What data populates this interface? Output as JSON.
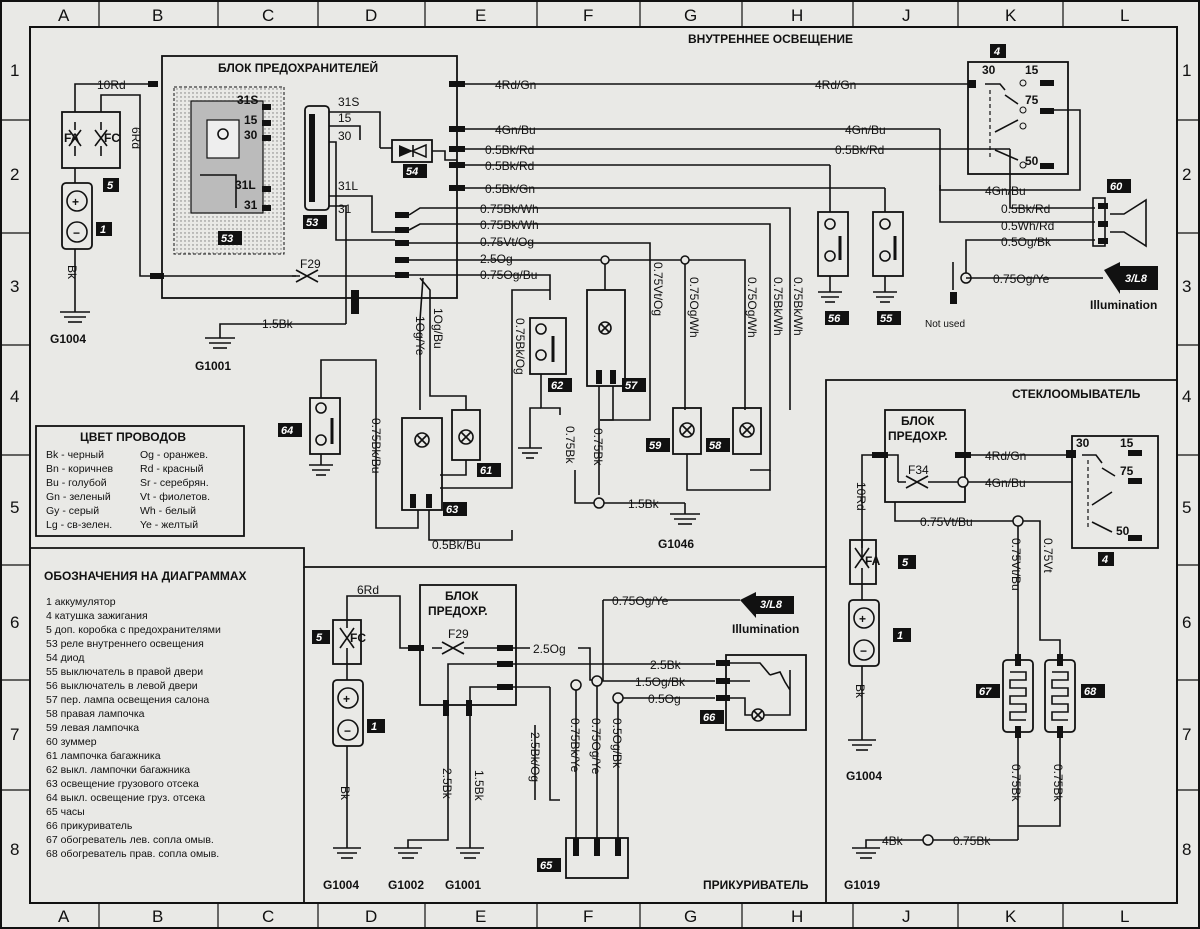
{
  "grid": {
    "columns": [
      "A",
      "B",
      "C",
      "D",
      "E",
      "F",
      "G",
      "H",
      "J",
      "K",
      "L"
    ],
    "rows": [
      "1",
      "2",
      "3",
      "4",
      "5",
      "6",
      "7",
      "8"
    ]
  },
  "sections": {
    "interior": "ВНУТРЕННЕЕ ОСВЕЩЕНИЕ",
    "washer": "СТЕКЛООМЫВАТЕЛЬ",
    "lighter": "ПРИКУРИВАТЕЛЬ"
  },
  "fusebox": {
    "main_title": "БЛОК ПРЕДОХРАНИТЕЛЕЙ",
    "short_title_1": "БЛОК",
    "short_title_2": "ПРЕДОХР."
  },
  "terminals": {
    "t31s": "31S",
    "t15": "15",
    "t30": "30",
    "t31l": "31L",
    "t31": "31",
    "t50": "50",
    "t75": "75"
  },
  "fuses": {
    "fa": "FA",
    "fc": "FC",
    "f29": "F29",
    "f34": "F34"
  },
  "wires": {
    "w10Rd": "10Rd",
    "w6Rd": "6Rd",
    "wBk": "Bk",
    "w4RdGn": "4Rd/Gn",
    "w4GnBu": "4Gn/Bu",
    "w05BkRd": "0.5Bk/Rd",
    "w05BkGn": "0.5Bk/Gn",
    "w075BkWh": "0.75Bk/Wh",
    "w075VtOg": "0.75Vt/Og",
    "w25Og": "2.5Og",
    "w075OgBu": "0.75Og/Bu",
    "w15Bk": "1.5Bk",
    "w05WhRd": "0.5Wh/Rd",
    "w05OgBk": "0.5Og/Bk",
    "w075OgYe": "0.75Og/Ye",
    "w1OgBu": "1Og/Bu",
    "w1OgYe": "1Og/Ye",
    "w075BkOg": "0.75Bk/Og",
    "w075VtOgV": "0.75Vt/Og",
    "w075OgWh": "0.75Og/Wh",
    "w075BkBu": "0.75Bk/Bu",
    "w075Bk": "0.75Bk",
    "w05BkBu": "0.5Bk/Bu",
    "w075VtBu": "0.75Vt/Bu",
    "w075Vt": "0.75Vt",
    "w4Bk": "4Bk",
    "w25Bk": "2.5Bk",
    "w15OgBk": "1.5Og/Bk",
    "w05Og": "0.5Og",
    "w25BkOg": "2.5Bk/Og",
    "w075BkYe": "0.75Bk/Ye",
    "w075OgYeV": "0.75Og/Ye",
    "w05OgBkV": "0.5Og/Bk"
  },
  "grounds": {
    "g1004": "G1004",
    "g1001": "G1001",
    "g1046": "G1046",
    "g1002": "G1002",
    "g1019": "G1019"
  },
  "offpage": {
    "ref": "3/L8",
    "label": "Illumination"
  },
  "not_used": "Not used",
  "badges": {
    "b1": "1",
    "b4": "4",
    "b5": "5",
    "b53": "53",
    "b54": "54",
    "b55": "55",
    "b56": "56",
    "b57": "57",
    "b58": "58",
    "b59": "59",
    "b60": "60",
    "b61": "61",
    "b62": "62",
    "b63": "63",
    "b64": "64",
    "b65": "65",
    "b66": "66",
    "b67": "67",
    "b68": "68"
  },
  "wire_colors": {
    "title": "ЦВЕТ ПРОВОДОВ",
    "rows": [
      [
        "Bk - черный",
        "Og - оранжев."
      ],
      [
        "Bn - коричнев",
        "Rd - красный"
      ],
      [
        "Bu - голубой",
        "Sr - серебрян."
      ],
      [
        "Gn - зеленый",
        "Vt - фиолетов."
      ],
      [
        "Gy - серый",
        "Wh - белый"
      ],
      [
        "Lg - св-зелен.",
        "Ye - желтый"
      ]
    ]
  },
  "legend": {
    "title": "ОБОЗНАЧЕНИЯ НА ДИАГРАММАХ",
    "items": [
      "1  аккумулятор",
      "4  катушка зажигания",
      "5 доп. коробка с предохранителями",
      "53 реле внутреннего освещения",
      "54 диод",
      "55 выключатель в правой двери",
      "56 выключатель в левой двери",
      "57 пер. лампа освещения салона",
      "58 правая лампочка",
      "59 левая лампочка",
      "60 зуммер",
      "61 лампочка багажника",
      "62 выкл. лампочки багажника",
      "63 освещение грузового отсека",
      "64 выкл. освещение груз. отсека",
      "65 часы",
      "66 прикуриватель",
      "67 обогреватель лев. сопла омыв.",
      "68 обогреватель прав. сопла омыв."
    ]
  },
  "colors": {
    "paper": "#e9e9e6",
    "ink": "#111111"
  }
}
